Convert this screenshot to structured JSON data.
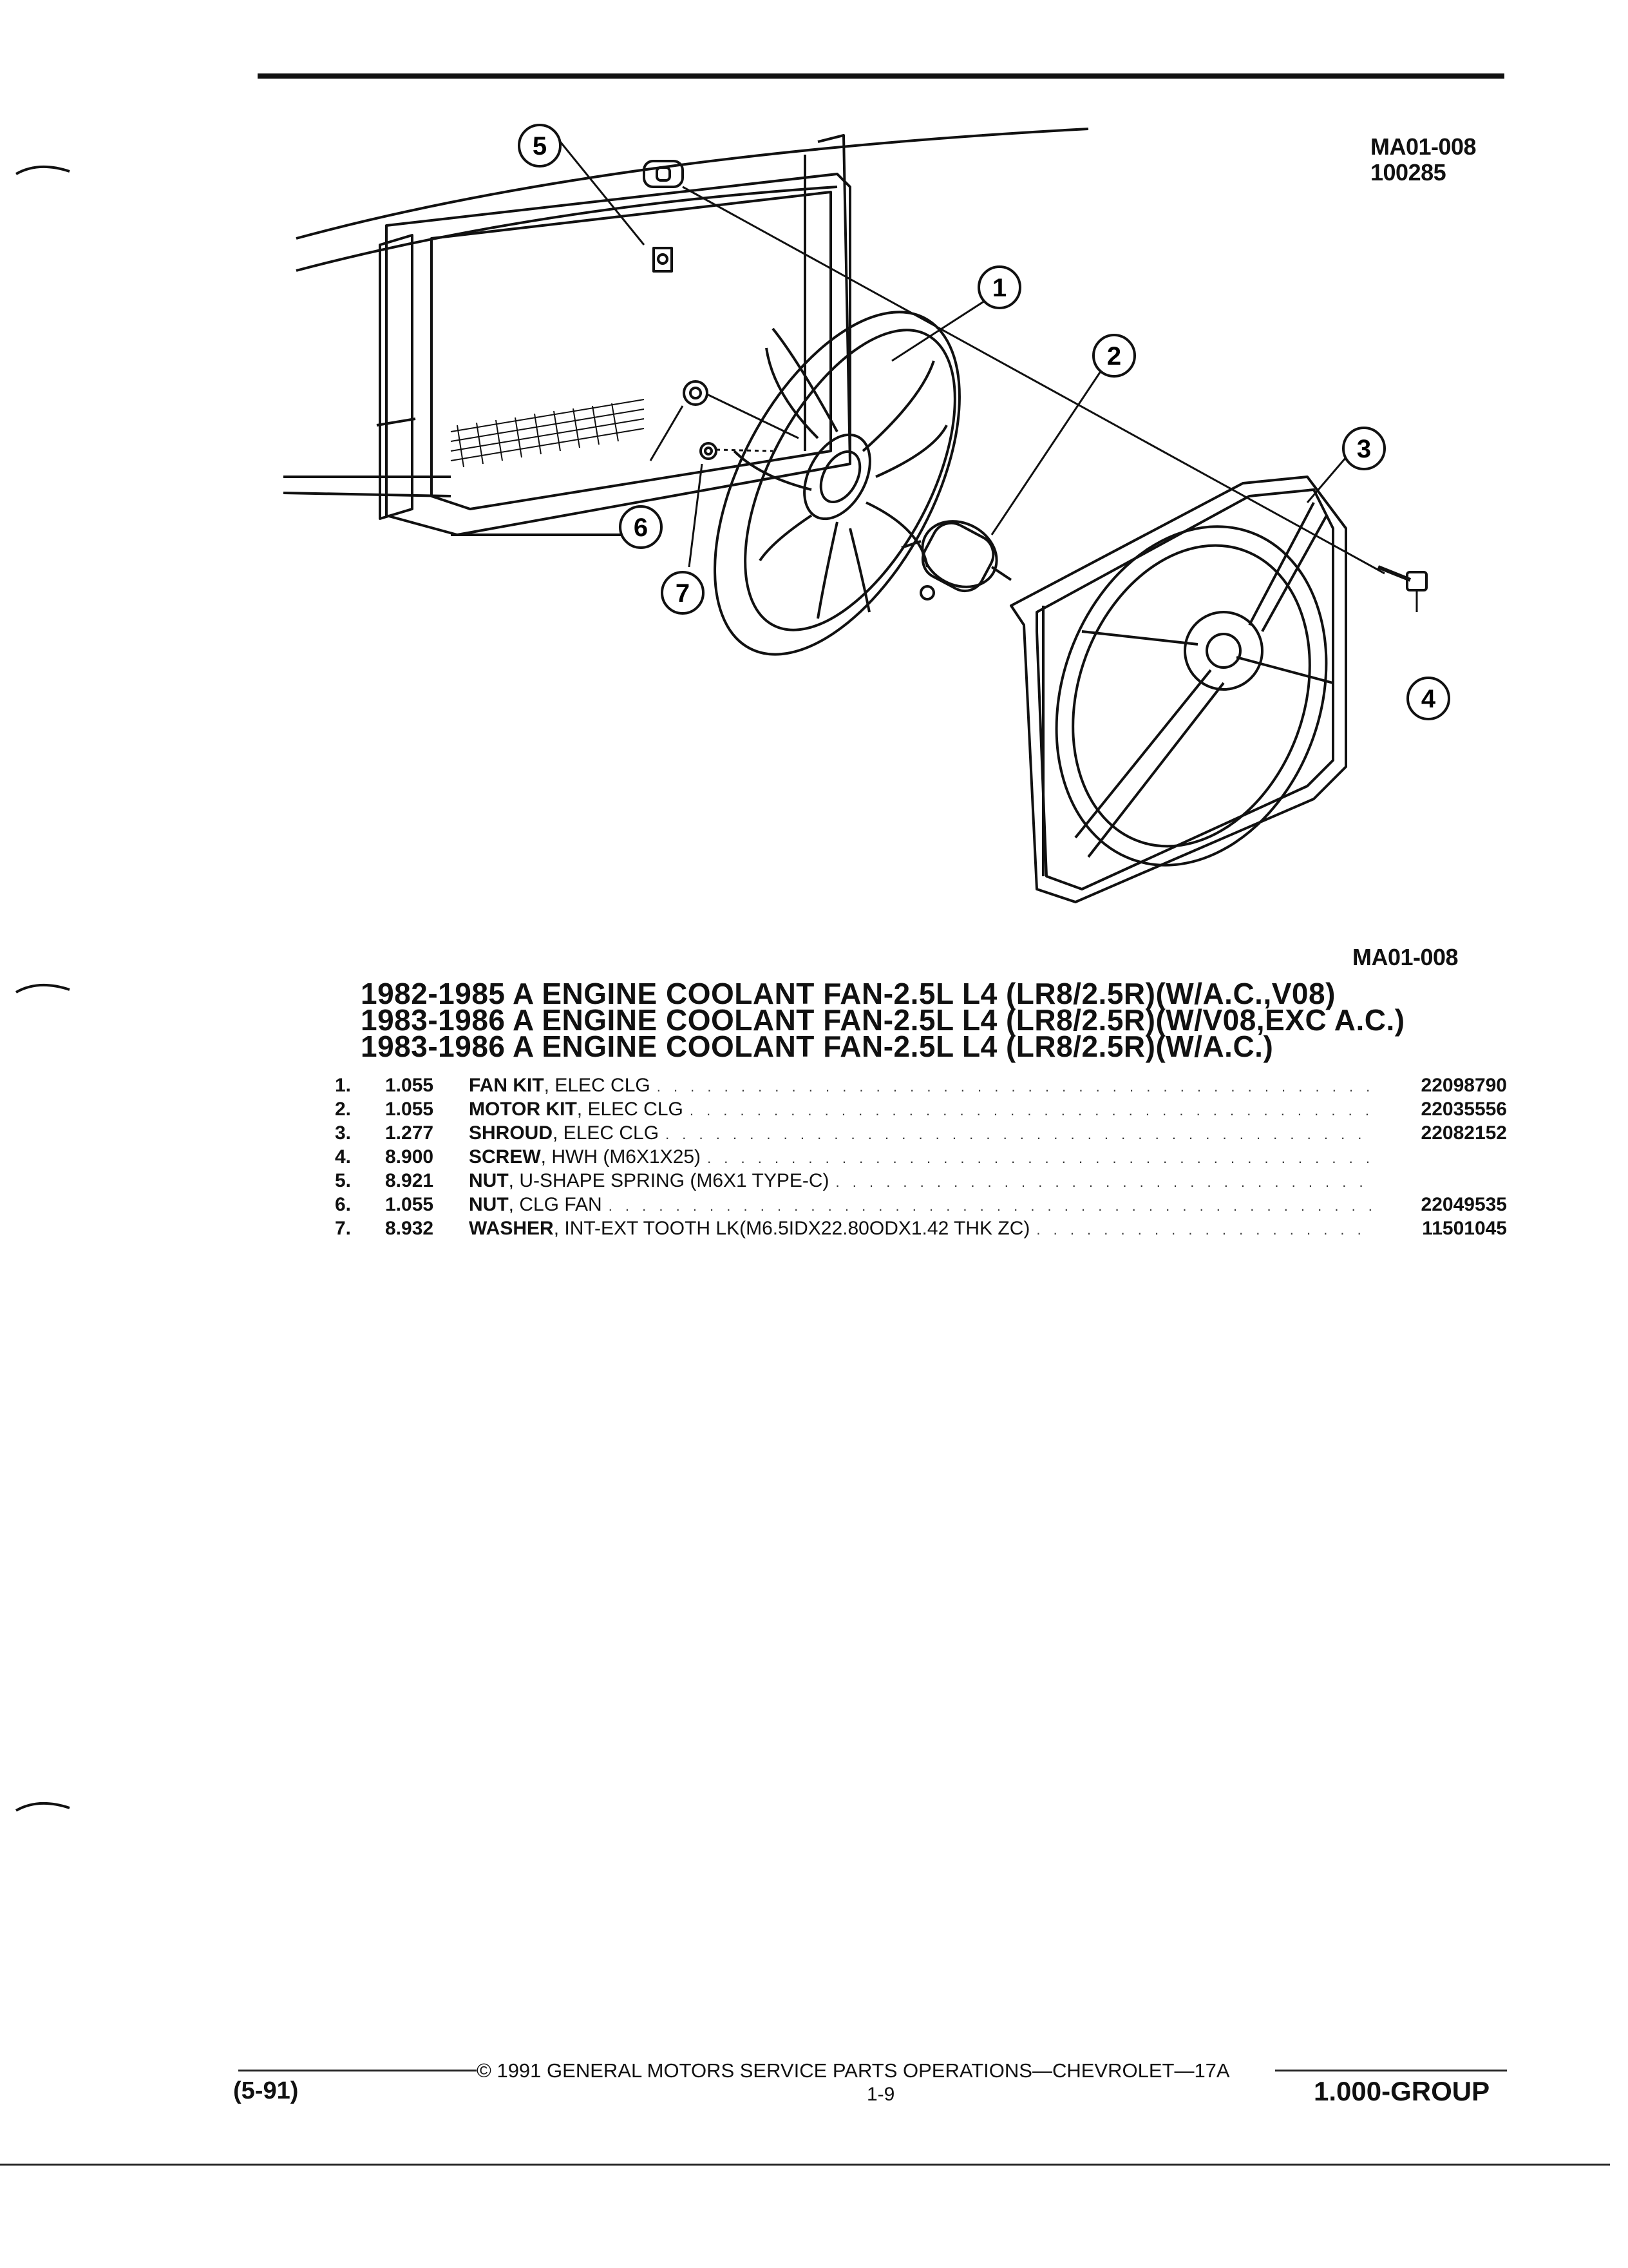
{
  "header": {
    "ref_code": "MA01-008",
    "ref_date": "100285"
  },
  "diagram": {
    "callouts": [
      "1",
      "2",
      "3",
      "4",
      "5",
      "6",
      "7"
    ],
    "ref_label": "MA01-008"
  },
  "titles": [
    "1982-1985 A ENGINE COOLANT FAN-2.5L L4 (LR8/2.5R)(W/A.C.,V08)",
    "1983-1986 A ENGINE COOLANT FAN-2.5L L4 (LR8/2.5R)(W/V08,EXC A.C.)",
    "1983-1986 A ENGINE COOLANT FAN-2.5L L4 (LR8/2.5R)(W/A.C.)"
  ],
  "parts": [
    {
      "num": "1.",
      "group": "1.055",
      "name": "FAN KIT",
      "desc": ", ELEC CLG",
      "part_no": "22098790"
    },
    {
      "num": "2.",
      "group": "1.055",
      "name": "MOTOR KIT",
      "desc": ", ELEC CLG",
      "part_no": "22035556"
    },
    {
      "num": "3.",
      "group": "1.277",
      "name": "SHROUD",
      "desc": ", ELEC CLG",
      "part_no": "22082152"
    },
    {
      "num": "4.",
      "group": "8.900",
      "name": "SCREW",
      "desc": ", HWH (M6X1X25)",
      "part_no": ""
    },
    {
      "num": "5.",
      "group": "8.921",
      "name": "NUT",
      "desc": ", U-SHAPE SPRING (M6X1 TYPE-C)",
      "part_no": ""
    },
    {
      "num": "6.",
      "group": "1.055",
      "name": "NUT",
      "desc": ", CLG FAN",
      "part_no": "22049535"
    },
    {
      "num": "7.",
      "group": "8.932",
      "name": "WASHER",
      "desc": ", INT-EXT TOOTH LK(M6.5IDX22.80ODX1.42 THK ZC)",
      "part_no": "11501045"
    }
  ],
  "dots": ". . . . . . . . . . . . . . . . . . . . . . . . . . . . . . . . . . . . . . . . . . . . . . . . . . . . . . . . . . . . . . . . . . . . . . . . . . . . . . . . . . . . . . . . . . . . . . . .",
  "footer": {
    "copyright": "© 1991 GENERAL MOTORS SERVICE PARTS OPERATIONS—CHEVROLET—17A",
    "date_code": "(5-91)",
    "page": "1-9",
    "group": "1.000-GROUP"
  }
}
